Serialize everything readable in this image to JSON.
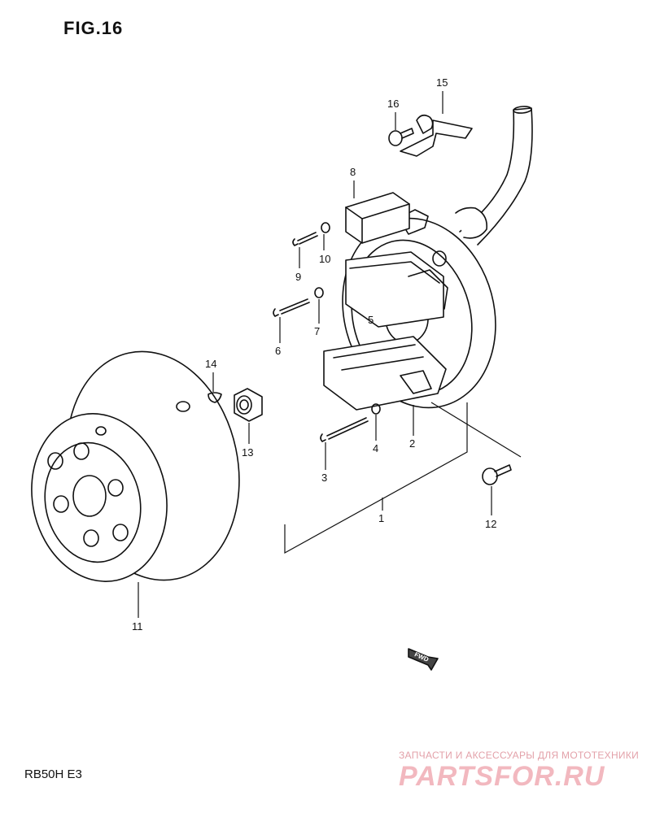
{
  "figure": {
    "title": "FIG.16",
    "model_code": "RB50H E3"
  },
  "parts": [
    {
      "id": "p1",
      "label": "1"
    },
    {
      "id": "p2",
      "label": "2"
    },
    {
      "id": "p3",
      "label": "3"
    },
    {
      "id": "p4",
      "label": "4"
    },
    {
      "id": "p5",
      "label": "5"
    },
    {
      "id": "p6",
      "label": "6"
    },
    {
      "id": "p7",
      "label": "7"
    },
    {
      "id": "p8",
      "label": "8"
    },
    {
      "id": "p9",
      "label": "9"
    },
    {
      "id": "p10",
      "label": "10"
    },
    {
      "id": "p11",
      "label": "11"
    },
    {
      "id": "p12",
      "label": "12"
    },
    {
      "id": "p13",
      "label": "13"
    },
    {
      "id": "p14",
      "label": "14"
    },
    {
      "id": "p15",
      "label": "15"
    },
    {
      "id": "p16",
      "label": "16"
    }
  ],
  "direction_badge": "FWD",
  "watermark": {
    "tagline": "ЗАПЧАСТИ И АКСЕССУАРЫ ДЛЯ МОТОТЕХНИКИ",
    "logo": "PARTSFOR.RU"
  },
  "colors": {
    "ink": "#111111",
    "watermark": "#f2b8bf"
  }
}
